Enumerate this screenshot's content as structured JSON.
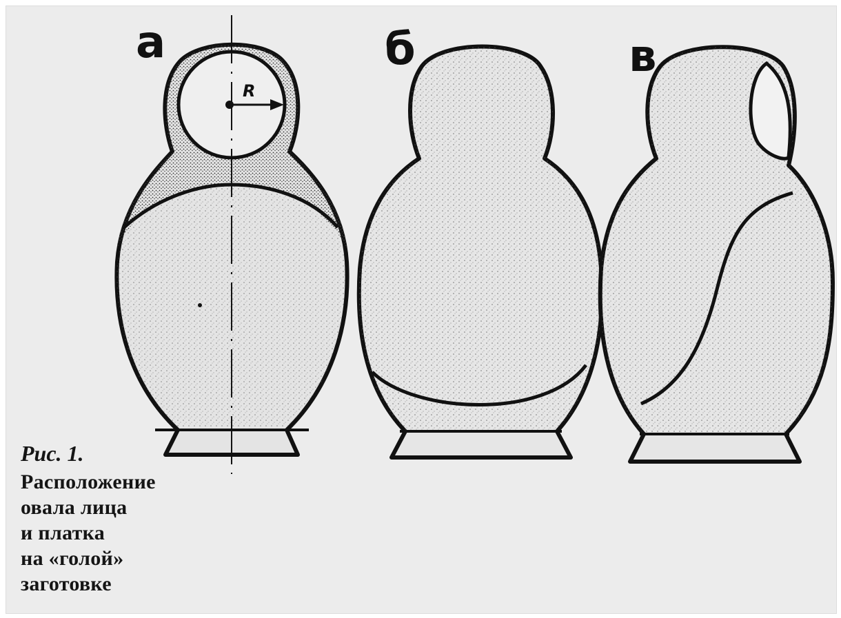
{
  "labels": {
    "a": "а",
    "b": "б",
    "v": "в"
  },
  "radius_label": "R",
  "caption": {
    "title": "Рис. 1.",
    "lines": [
      "Расположение",
      "овала лица",
      "и платка",
      "на «голой»",
      "заготовке"
    ]
  },
  "colors": {
    "background": "#ececec",
    "ink": "#111111",
    "body_fill": "#e2e2e2"
  }
}
